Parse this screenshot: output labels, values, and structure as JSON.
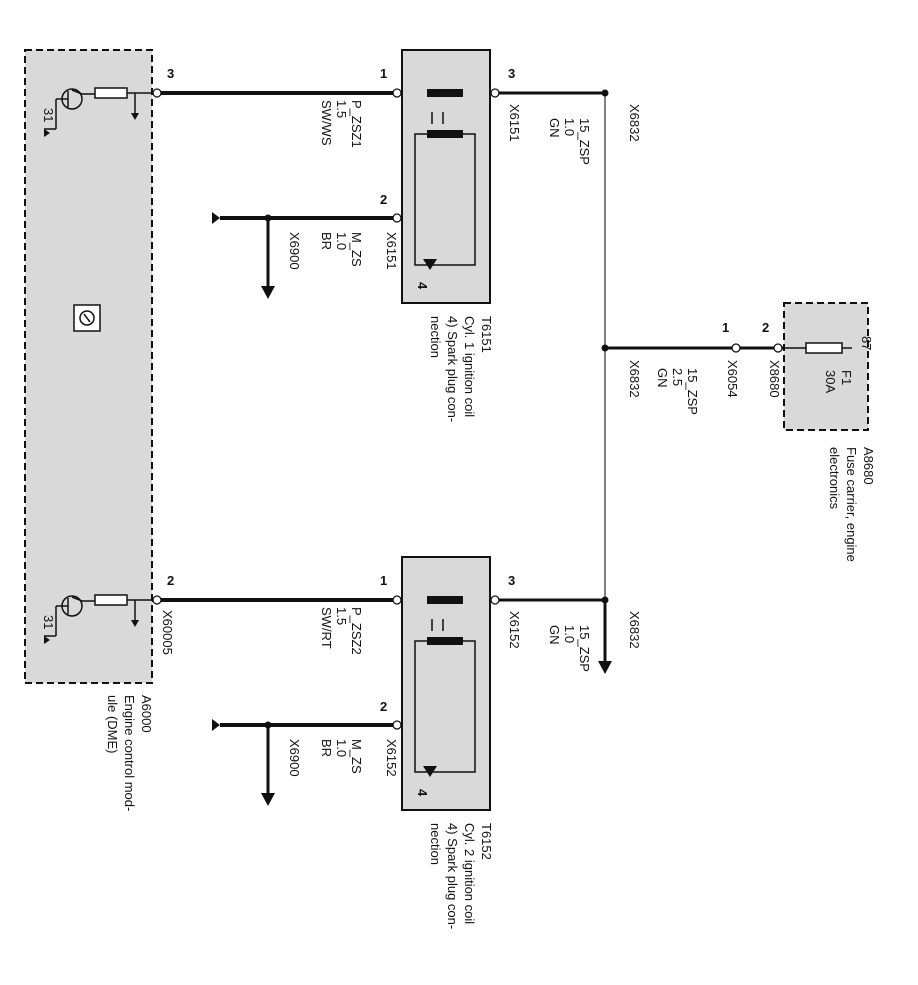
{
  "colors": {
    "module_fill": "#d9d9d9",
    "line": "#111111",
    "thin_line": "#7f7f7f"
  },
  "dme": {
    "id": "A6000",
    "desc": [
      "Engine control mod-",
      "ule (DME)"
    ],
    "connector": "X60005",
    "pin_top": "3",
    "pin_bottom": "2",
    "ground_label": "31"
  },
  "coil1": {
    "id": "T6151",
    "desc": [
      "Cyl. 1 ignition coil",
      "4) Spark plug con-",
      "nection"
    ],
    "pin_in": "1",
    "pin_gnd": "2",
    "pin_out": "3",
    "pin_spark": "4",
    "conn_out": "X6151",
    "conn_gnd": "X6151",
    "wire_in": [
      "P_ZSZ1",
      "1.5",
      "SW/WS"
    ],
    "wire_gnd": [
      "M_ZS",
      "1.0",
      "BR"
    ],
    "wire_out": [
      "15_ZSP",
      "1.0",
      "GN"
    ],
    "ground_ref": "X6900",
    "splice": "X6832"
  },
  "coil2": {
    "id": "T6152",
    "desc": [
      "Cyl. 2 ignition coil",
      "4) Spark plug con-",
      "nection"
    ],
    "pin_in": "1",
    "pin_gnd": "2",
    "pin_out": "3",
    "pin_spark": "4",
    "conn_out": "X6152",
    "conn_gnd": "X6152",
    "wire_in": [
      "P_ZSZ2",
      "1.5",
      "SW/RT"
    ],
    "wire_gnd": [
      "M_ZS",
      "1.0",
      "BR"
    ],
    "wire_out": [
      "15_ZSP",
      "1.0",
      "GN"
    ],
    "ground_ref": "X6900",
    "splice": "X6832"
  },
  "fuse_carrier": {
    "id": "A8680",
    "desc": [
      "Fuse carrier, engine",
      "electronics"
    ],
    "fuse": "F1",
    "rating": "30A",
    "terminal": "87",
    "pin_fuse": "2",
    "pin_wire": "1",
    "conn_a": "X8680",
    "conn_b": "X6054",
    "wire": [
      "15_ZSP",
      "2.5",
      "GN"
    ],
    "splice": "X6832"
  }
}
